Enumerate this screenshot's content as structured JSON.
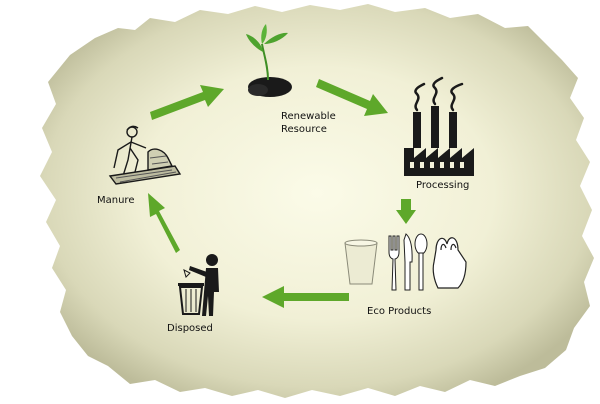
{
  "diagram": {
    "stages": [
      {
        "id": "renewable",
        "line1": "Renewable",
        "line2": "Resource",
        "icon": "sprout-in-soil-icon"
      },
      {
        "id": "processing",
        "label": "Processing",
        "icon": "factory-icon"
      },
      {
        "id": "eco",
        "label": "Eco Products",
        "icon": "eco-products-icon"
      },
      {
        "id": "disposed",
        "label": "Disposed",
        "icon": "person-trash-bin-icon"
      },
      {
        "id": "manure",
        "label": "Manure",
        "icon": "farmer-compost-icon"
      }
    ],
    "flow": [
      "renewable",
      "processing",
      "eco",
      "disposed",
      "manure",
      "renewable"
    ],
    "colors": {
      "arrow": "#5ea82a",
      "background_center": "#fbfbe8",
      "background_edge": "#c8c7a6",
      "icon": "#1a1a1a"
    }
  }
}
